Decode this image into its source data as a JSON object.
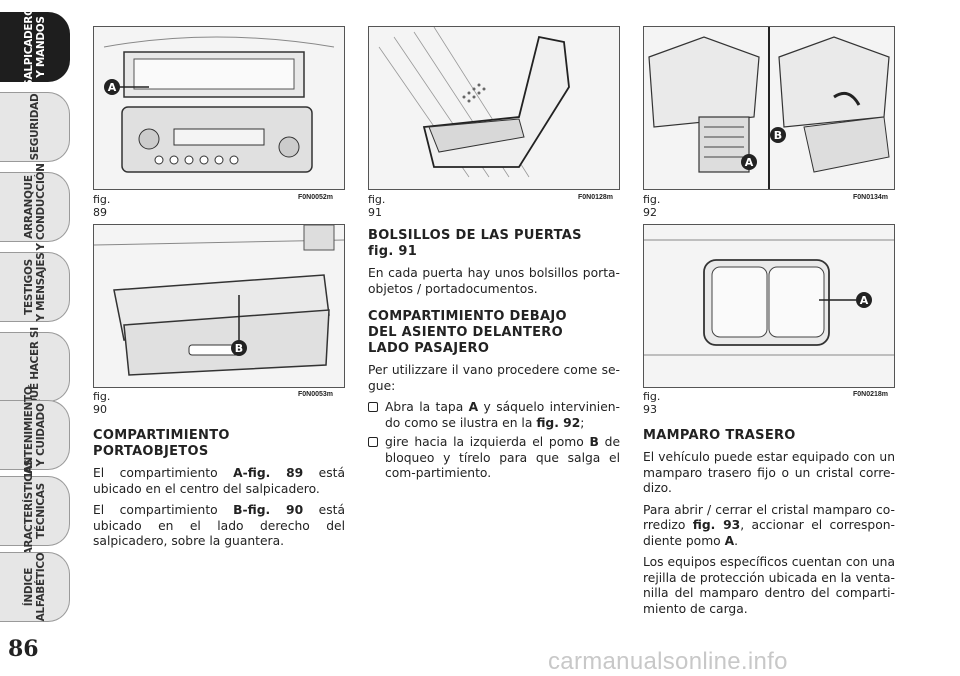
{
  "tabs": [
    {
      "label": "SALPICADERO\nY MANDOS",
      "active": true
    },
    {
      "label": "SEGURIDAD",
      "active": false
    },
    {
      "label": "ARRANQUE\nY CONDUCCIÓN",
      "active": false
    },
    {
      "label": "TESTIGOS\nY MENSAJES",
      "active": false
    },
    {
      "label": "QUÉ HACER SI",
      "active": false
    },
    {
      "label": "MANTENIMIENTO\nY CUIDADO",
      "active": false
    },
    {
      "label": "CARACTERÍSTICAS\nTÉCNICAS",
      "active": false
    },
    {
      "label": "ÍNDICE\nALFABÉTICO",
      "active": false
    }
  ],
  "page_number": "86",
  "figures": {
    "fig89": {
      "caption": "fig. 89",
      "code": "F0N0052m",
      "markers": [
        "A"
      ]
    },
    "fig90": {
      "caption": "fig. 90",
      "code": "F0N0053m",
      "markers": [
        "B"
      ]
    },
    "fig91": {
      "caption": "fig. 91",
      "code": "F0N0128m"
    },
    "fig92": {
      "caption": "fig. 92",
      "code": "F0N0134m",
      "markers": [
        "B",
        "A"
      ]
    },
    "fig93": {
      "caption": "fig. 93",
      "code": "F0N0218m",
      "markers": [
        "A"
      ]
    }
  },
  "col1": {
    "heading": "COMPARTIMIENTO\nPORTAOBJETOS",
    "p1": {
      "pre": "El compartimiento ",
      "ref": "A-fig. 89",
      "post": " está ubicado en el centro del salpicadero."
    },
    "p2": {
      "pre": "El compartimiento ",
      "ref": "B-fig. 90",
      "post": " está ubicado en el lado derecho del salpicadero, sobre la guantera."
    }
  },
  "col2": {
    "heading1": "BOLSILLOS DE LAS PUERTAS\nfig. 91",
    "p1": "En cada puerta hay unos bolsillos porta-objetos / portadocumentos.",
    "heading2": "COMPARTIMIENTO DEBAJO\nDEL ASIENTO DELANTERO\nLADO PASAJERO",
    "p2": "Per utilizzare il vano procedere come se-gue:",
    "li1": {
      "pre": "Abra la tapa ",
      "b1": "A",
      "mid": " y sáquelo intervinien-do como se ilustra en la ",
      "b2": "fig. 92",
      "post": ";"
    },
    "li2": {
      "pre": "gire hacia la izquierda el pomo ",
      "b1": "B",
      "post": " de bloqueo y tírelo para que salga el com-partimiento."
    }
  },
  "col3": {
    "heading": "MAMPARO TRASERO",
    "p1": "El vehículo puede estar equipado con un mamparo trasero fijo o un cristal corre-dizo.",
    "p2": {
      "pre": "Para abrir / cerrar el cristal mamparo co-rredizo ",
      "b1": "fig. 93",
      "mid": ", accionar el correspon-diente pomo ",
      "b2": "A",
      "post": "."
    },
    "p3": "Los equipos específicos cuentan con una rejilla de protección ubicada en la venta-nilla del mamparo dentro del comparti-miento de carga."
  },
  "watermark": "carmanualsonline.info"
}
